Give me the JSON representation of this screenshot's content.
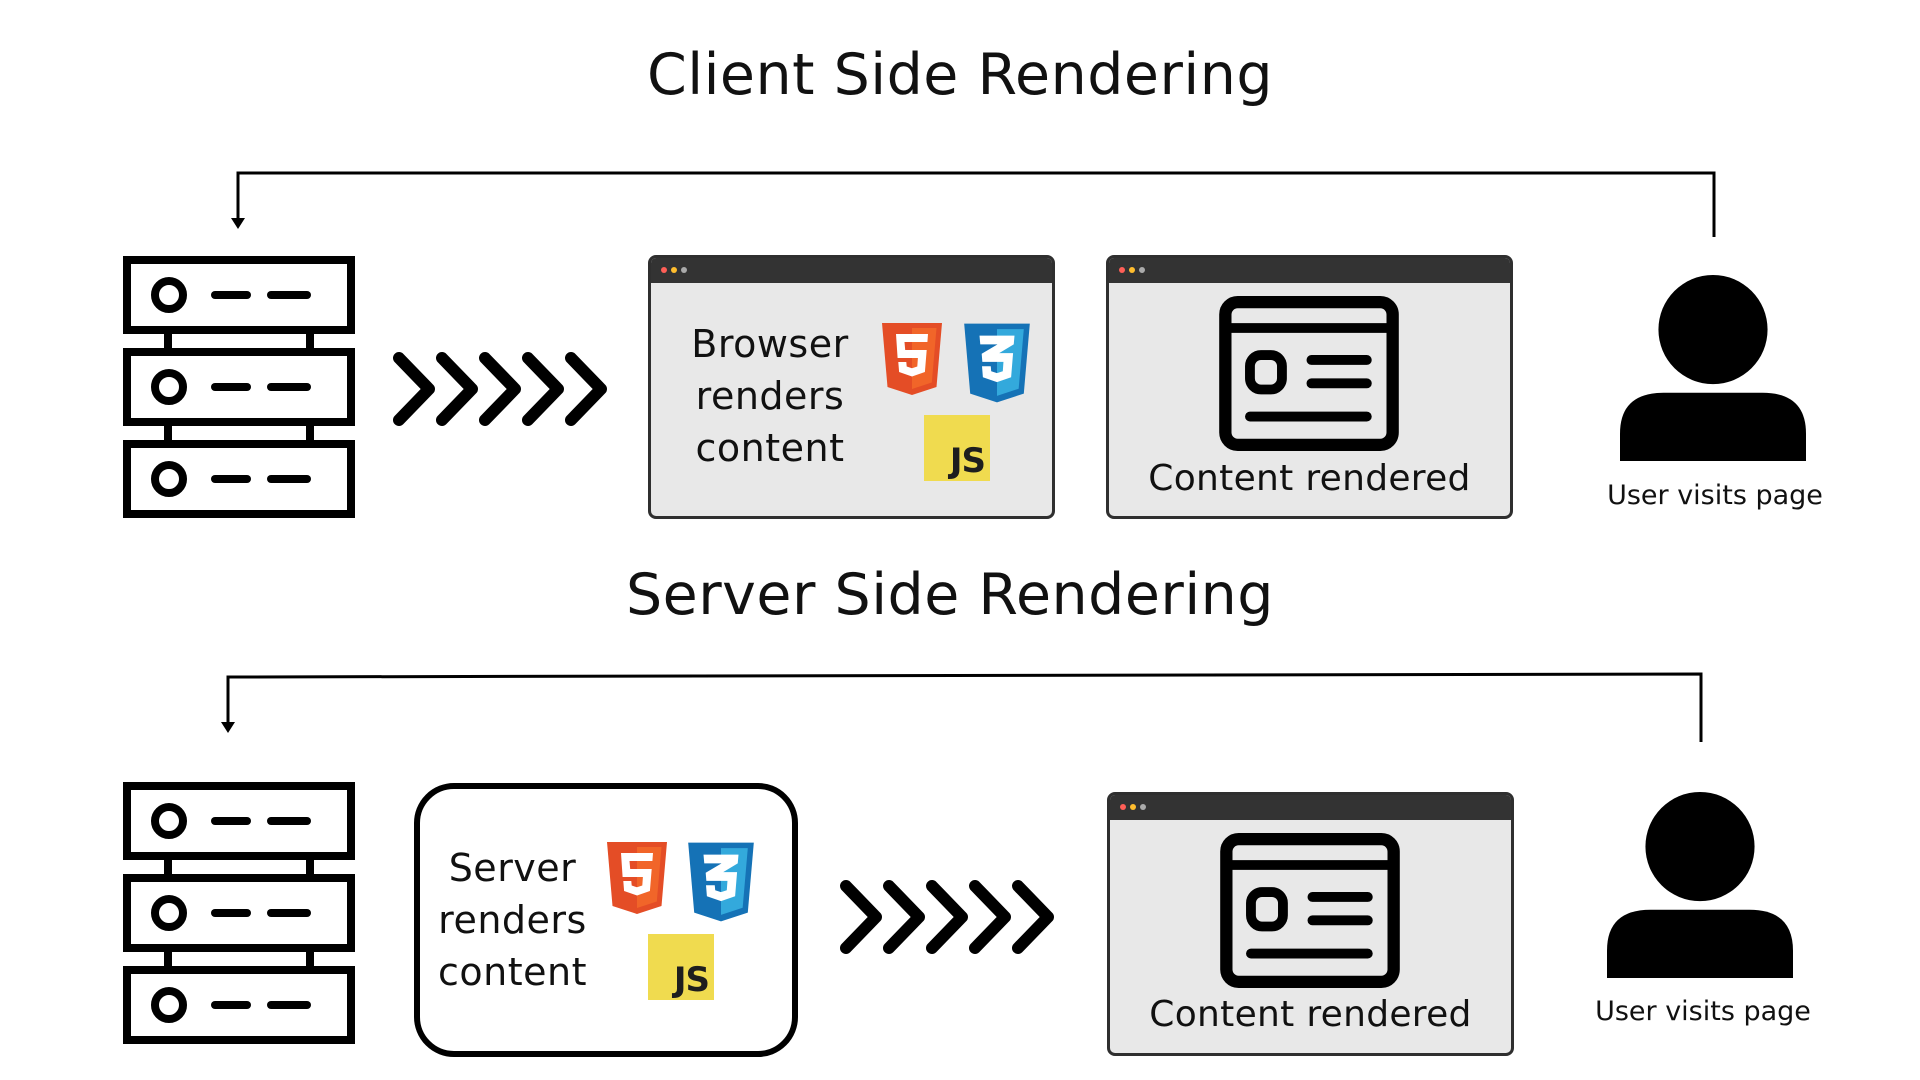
{
  "csr": {
    "title": "Client Side Rendering",
    "browser_text": [
      "Browser",
      "renders",
      "content"
    ],
    "rendered_caption": "Content rendered",
    "user_label": "User visits page",
    "js_label": "JS"
  },
  "ssr": {
    "title": "Server Side Rendering",
    "server_text": [
      "Server",
      "renders",
      "content"
    ],
    "rendered_caption": "Content rendered",
    "user_label": "User visits page",
    "js_label": "JS"
  },
  "colors": {
    "html5": "#e44d26",
    "css3": "#1572b6",
    "js": "#f0db4f",
    "browser_bar": "#333333",
    "browser_bg": "#e8e8e8"
  },
  "icons": [
    "server-rack-icon",
    "chevrons-right-icon",
    "html5-icon",
    "css3-icon",
    "js-icon",
    "content-card-icon",
    "user-icon"
  ]
}
